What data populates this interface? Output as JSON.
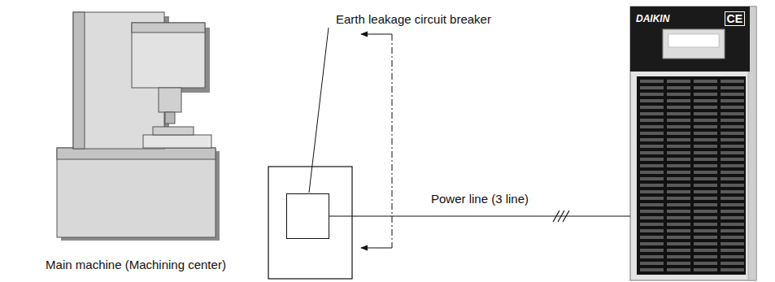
{
  "diagram": {
    "nodes": [
      {
        "text": [
          "Main machine (Machining center)"
        ]
      },
      {
        "text": [
          "Earth leakage circuit breaker"
        ]
      },
      {
        "text": [
          "DAIKIN",
          "CE"
        ]
      }
    ],
    "edges": [
      {
        "from": 1,
        "to": 2,
        "arrow": "none",
        "label": "Power line (3 line)"
      }
    ]
  }
}
